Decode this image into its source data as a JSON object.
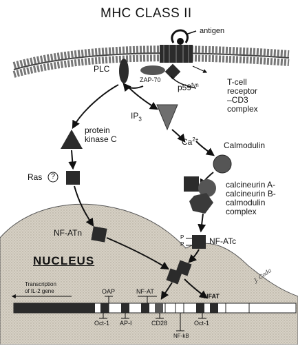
{
  "title": "MHC CLASS II",
  "labels": {
    "antigen": "antigen",
    "plc": "PLC",
    "zap70": "ZAP-70",
    "p59_base": "p59",
    "p59_sup": "fyn",
    "tcr_line1": "T-cell",
    "tcr_line2": "receptor",
    "tcr_line3": "–CD3",
    "tcr_line4": "complex",
    "ip3_base": "IP",
    "ip3_sub": "3",
    "pkc_line1": "protein",
    "pkc_line2": "kinase C",
    "ca_base": "Ca",
    "ca_sup": "2+",
    "calmodulin": "Calmodulin",
    "ras": "Ras",
    "ras_unknown": "?",
    "calc_line1": "calcineurin A-",
    "calc_line2": "calcineurin B-",
    "calc_line3": "calmodulin",
    "calc_line4": "complex",
    "nfatn": "NF-ATn",
    "nfatc": "NF-ATc",
    "p_upper": "P",
    "p_lower": "P",
    "nucleus": "NUCLEUS",
    "transcription_line1": "Transcription",
    "transcription_line2": "of IL-2 gene",
    "signature": "J. Coda"
  },
  "promoter": {
    "above": [
      "OAP",
      "NF-AT",
      "NFAT"
    ],
    "below": [
      "Oct-1",
      "AP-I",
      "CD28",
      "NF-kB",
      "Oct-1"
    ]
  },
  "colors": {
    "shape_fill": "#3a3a3a",
    "triangle_fill": "#6e6e6e",
    "nucleus_fill": "#d9d3c8",
    "membrane_head": "#8a8a8a",
    "dark_block": "#2b2b2b"
  }
}
